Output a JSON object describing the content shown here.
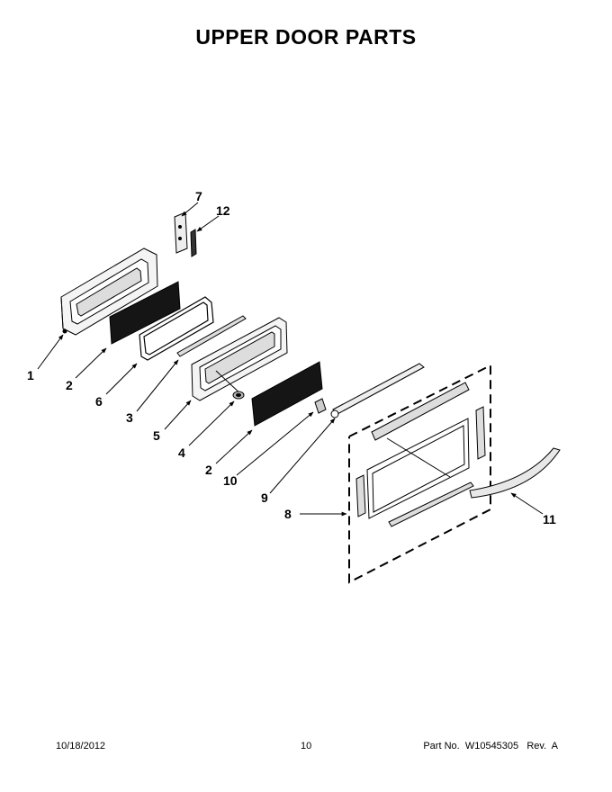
{
  "title": "UPPER DOOR PARTS",
  "callouts": [
    "1",
    "2",
    "6",
    "3",
    "5",
    "4",
    "2",
    "10",
    "9",
    "8",
    "11",
    "7",
    "12"
  ],
  "footer": {
    "date": "10/18/2012",
    "page": "10",
    "part_label": "Part No.",
    "part_number": "W10545305",
    "rev_label": "Rev.",
    "rev": "A"
  }
}
